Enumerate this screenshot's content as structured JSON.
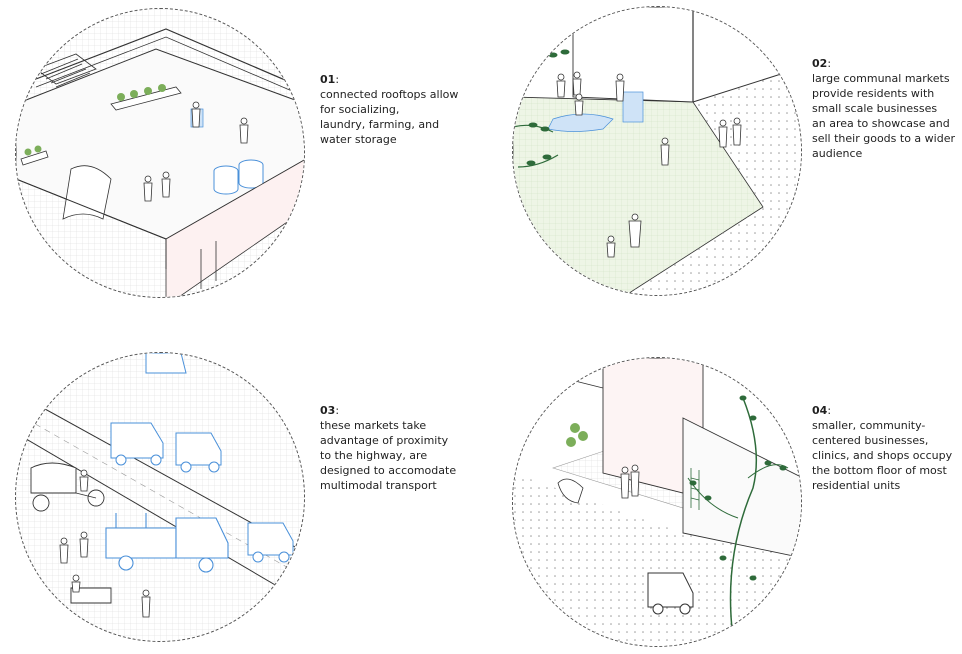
{
  "panels": [
    {
      "number": "01",
      "sep": ":",
      "text": "connected rooftops allow\nfor socializing,\nlaundry, farming, and\nwater storage"
    },
    {
      "number": "02",
      "sep": ":",
      "text": "large communal markets\nprovide residents with\nsmall scale businesses\nan area to showcase and\nsell their goods to a wider\naudience"
    },
    {
      "number": "03",
      "sep": ":",
      "text": "these markets take\nadvantage of proximity\nto the highway, are\ndesigned to accomodate\nmultimodal transport"
    },
    {
      "number": "04",
      "sep": ":",
      "text": "smaller, community-\ncentered businesses,\nclinics, and shops occupy\nthe bottom floor of most\nresidential units"
    }
  ],
  "colors": {
    "line": "#333333",
    "accent": "#4a90d9",
    "green": "#2e6b3a",
    "pink": "#f3dede",
    "paleGreen": "#eef5e6"
  }
}
